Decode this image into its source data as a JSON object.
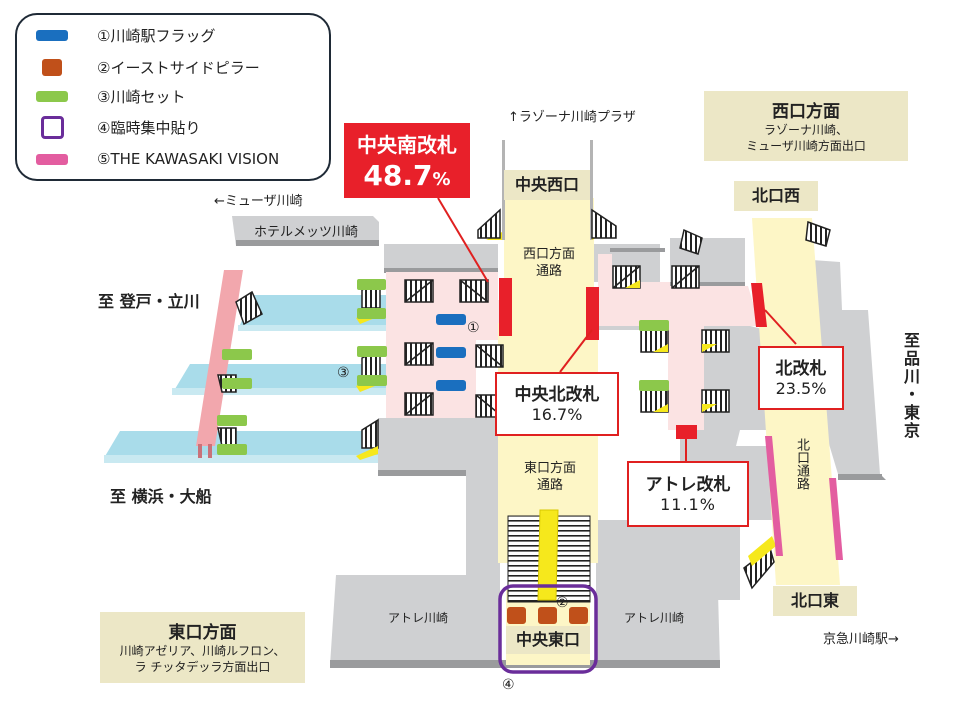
{
  "legend": {
    "items": [
      {
        "id": "1",
        "label": "①川崎駅フラッグ",
        "color": "#1a6fbf",
        "shape": "bar"
      },
      {
        "id": "2",
        "label": "②イーストサイドピラー",
        "color": "#c0501a",
        "shape": "square"
      },
      {
        "id": "3",
        "label": "③川崎セット",
        "color": "#8cc84b",
        "shape": "bar"
      },
      {
        "id": "4",
        "label": "④臨時集中貼り",
        "color": "#6a2d9a",
        "shape": "outline-square"
      },
      {
        "id": "5",
        "label": "⑤THE KAWASAKI VISION",
        "color": "#e35da0",
        "shape": "bar"
      }
    ]
  },
  "directions": {
    "north": "↑ラゾーナ川崎プラザ",
    "muza": "←ミューザ川崎",
    "hotel": "ホテルメッツ川崎",
    "noborito": "至 登戸・立川",
    "yokohama": "至 横浜・大船",
    "shinagawa": "至品川・東京",
    "keikyu": "京急川崎駅→"
  },
  "areas": {
    "west_exit_title": "西口方面",
    "west_exit_sub1": "ラゾーナ川崎、",
    "west_exit_sub2": "ミューザ川崎方面出口",
    "east_exit_title": "東口方面",
    "east_exit_sub1": "川崎アゼリア、川崎ルフロン、",
    "east_exit_sub2": "ラ チッタデッラ方面出口",
    "central_west": "中央西口",
    "central_east": "中央東口",
    "north_west": "北口西",
    "north_east": "北口東",
    "west_passage": "西口方面通路",
    "west_passage_l1": "西口方面",
    "west_passage_l2": "通路",
    "east_passage_l1": "東口方面",
    "east_passage_l2": "通路",
    "north_passage": "北口通路",
    "atre_left": "アトレ川崎",
    "atre_right": "アトレ川崎"
  },
  "gates": {
    "central_south": {
      "name": "中央南改札",
      "pct": "48.7",
      "unit": "%"
    },
    "central_north": {
      "name": "中央北改札",
      "pct": "16.7%"
    },
    "north": {
      "name": "北改札",
      "pct": "23.5%"
    },
    "atre": {
      "name": "アトレ改札",
      "pct": "11.1%"
    }
  },
  "markers": {
    "m1": "①",
    "m2": "②",
    "m3": "③",
    "m4": "④"
  },
  "colors": {
    "gate_red": "#e8202a",
    "platform_blue": "#a9dcea",
    "concourse_pink": "#fbe3e3",
    "passage_yellow": "#fdf6c6",
    "building_gray": "#cfd0d2",
    "label_beige": "#ece7c6"
  }
}
